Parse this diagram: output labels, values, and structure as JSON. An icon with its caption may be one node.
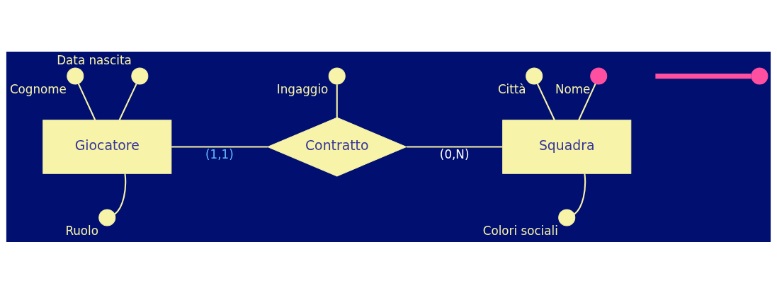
{
  "diagram": {
    "nodes": [
      {
        "text": [
          "Giocatore"
        ]
      },
      {
        "text": [
          "Contratto"
        ]
      },
      {
        "text": [
          "Squadra"
        ]
      },
      {
        "text": [],
        "shape": "circle",
        "beside": [
          "Cognome"
        ]
      },
      {
        "text": [],
        "shape": "circle",
        "beside": [
          "Data nascita"
        ]
      },
      {
        "text": [],
        "shape": "circle"
      },
      {
        "text": [],
        "shape": "circle",
        "beside": [
          "Ruolo"
        ]
      },
      {
        "text": [],
        "shape": "circle",
        "beside": [
          "Ingaggio"
        ]
      },
      {
        "text": [],
        "shape": "circle",
        "beside": [
          "Città"
        ]
      },
      {
        "text": [],
        "shape": "circle",
        "beside": [
          "Nome"
        ]
      },
      {
        "text": [],
        "shape": "circle",
        "beside": [
          "Colori sociali"
        ]
      }
    ],
    "edges": [
      {
        "from": 0,
        "to": 1,
        "arrow": "none",
        "label": "(1,1)"
      },
      {
        "from": 1,
        "to": 2,
        "arrow": "none",
        "label": "(0,N)"
      },
      {
        "from": 0,
        "to": 3,
        "arrow": "none"
      },
      {
        "from": 0,
        "to": 4,
        "arrow": "none"
      },
      {
        "from": null,
        "to": 5,
        "arrow": "none",
        "style": "thick",
        "color": "#ff4fa0"
      },
      {
        "from": 0,
        "to": 6,
        "arrow": "none"
      },
      {
        "from": 1,
        "to": 7,
        "arrow": "none"
      },
      {
        "from": 2,
        "to": 8,
        "arrow": "none"
      },
      {
        "from": 2,
        "to": 9,
        "arrow": "none"
      },
      {
        "from": 2,
        "to": 10,
        "arrow": "none"
      }
    ]
  }
}
